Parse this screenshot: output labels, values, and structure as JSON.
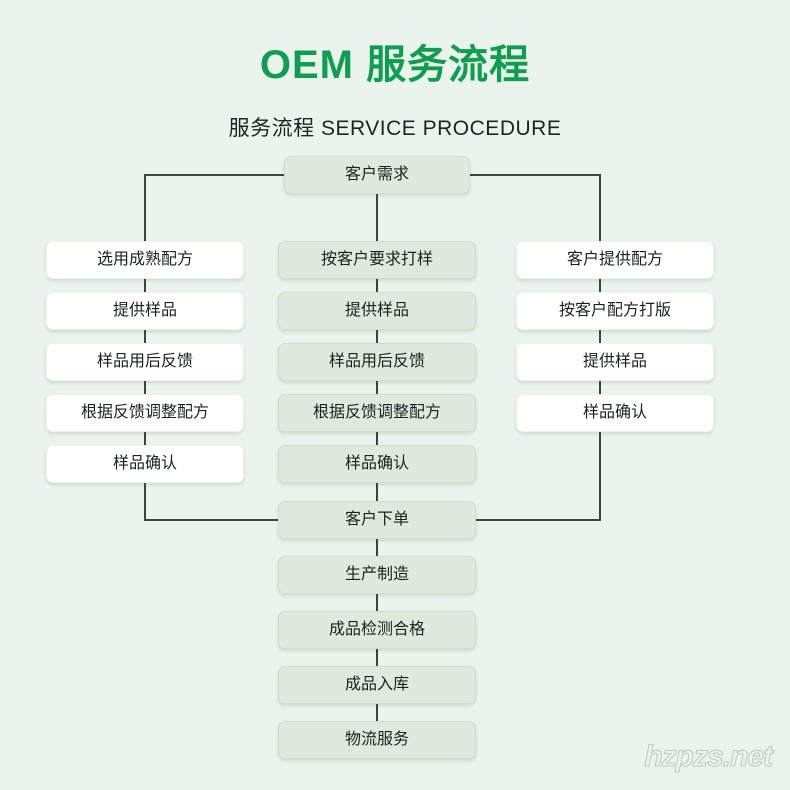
{
  "header": {
    "title": "OEM 服务流程",
    "subtitle": "服务流程 SERVICE PROCEDURE"
  },
  "colors": {
    "background": "#eaf4ec",
    "title_green": "#0f9d4f",
    "node_green_fill": "#dfeade",
    "node_white_fill": "#ffffff",
    "connector": "#3c443d",
    "text": "#1c211e"
  },
  "flow": {
    "start": {
      "label": "客户需求",
      "style": "green"
    },
    "branches": [
      {
        "id": "left",
        "style": "white",
        "steps": [
          {
            "label": "选用成熟配方"
          },
          {
            "label": "提供样品"
          },
          {
            "label": "样品用后反馈"
          },
          {
            "label": "根据反馈调整配方"
          },
          {
            "label": "样品确认"
          }
        ]
      },
      {
        "id": "middle",
        "style": "green",
        "steps": [
          {
            "label": "按客户要求打样"
          },
          {
            "label": "提供样品"
          },
          {
            "label": "样品用后反馈"
          },
          {
            "label": "根据反馈调整配方"
          },
          {
            "label": "样品确认"
          }
        ]
      },
      {
        "id": "right",
        "style": "white",
        "steps": [
          {
            "label": "客户提供配方"
          },
          {
            "label": "按客户配方打版"
          },
          {
            "label": "提供样品"
          },
          {
            "label": "样品确认"
          }
        ]
      }
    ],
    "merge": {
      "label": "客户下单",
      "style": "green"
    },
    "tail": [
      {
        "label": "生产制造",
        "style": "green"
      },
      {
        "label": "成品检测合格",
        "style": "green"
      },
      {
        "label": "成品入库",
        "style": "green"
      },
      {
        "label": "物流服务",
        "style": "green"
      }
    ]
  },
  "watermark": {
    "text": "hzpzs.net"
  }
}
